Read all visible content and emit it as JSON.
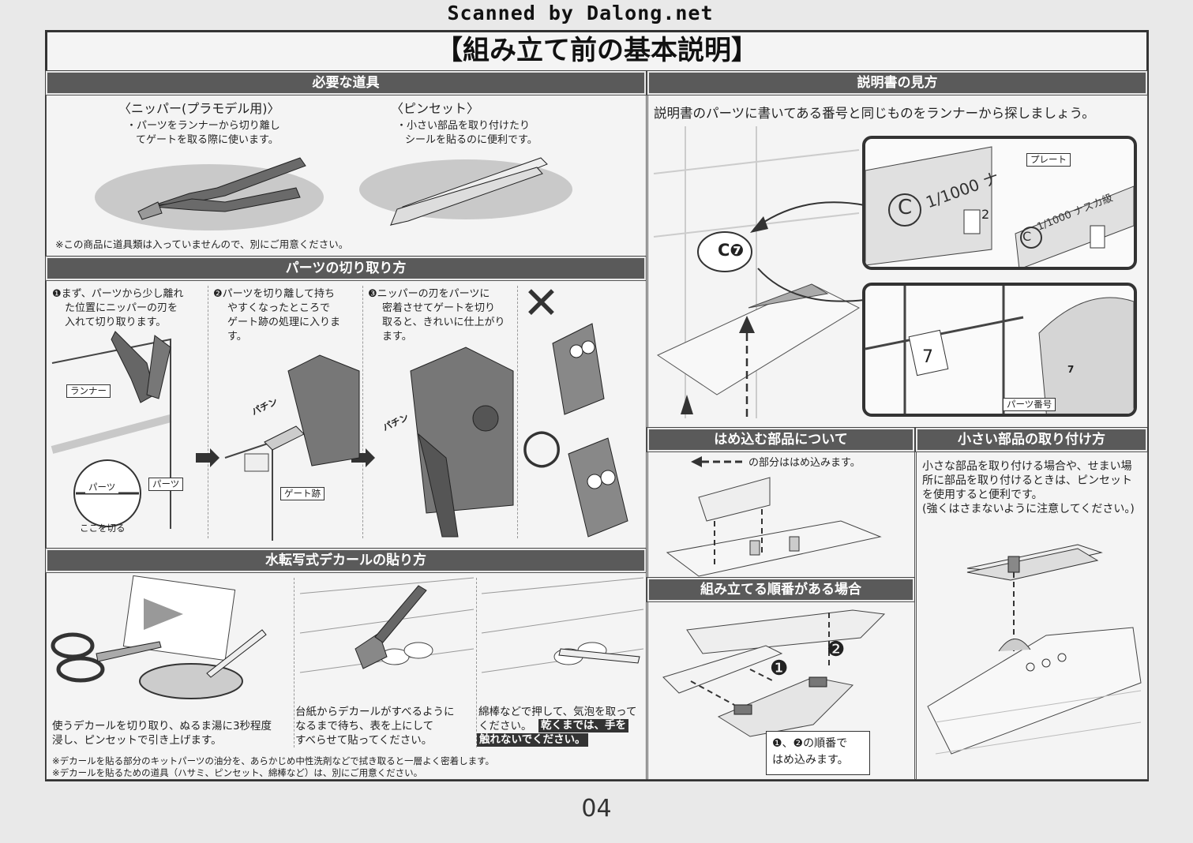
{
  "watermark": "Scanned by Dalong.net",
  "page_title": "【組み立て前の基本説明】",
  "page_number": "04",
  "tools": {
    "header": "必要な道具",
    "nipper_title": "〈ニッパー(プラモデル用)〉",
    "nipper_desc_1": "・パーツをランナーから切り離し",
    "nipper_desc_2": "てゲートを取る際に使います。",
    "tweezers_title": "〈ピンセット〉",
    "tweezers_desc_1": "・小さい部品を取り付けたり",
    "tweezers_desc_2": "シールを貼るのに便利です。",
    "note": "※この商品に道具類は入っていませんので、別にご用意ください。"
  },
  "cutting": {
    "header": "パーツの切り取り方",
    "step1_1": "❶まず、パーツから少し離れ",
    "step1_2": "た位置にニッパーの刃を",
    "step1_3": "入れて切り取ります。",
    "step2_1": "❷パーツを切り離して持ち",
    "step2_2": "やすくなったところで",
    "step2_3": "ゲート跡の処理に入りま",
    "step2_4": "す。",
    "step3_1": "❸ニッパーの刃をパーツに",
    "step3_2": "密着させてゲートを切り",
    "step3_3": "取ると、きれいに仕上がり",
    "step3_4": "ます。",
    "label_runner": "ランナー",
    "label_parts_a": "パーツ",
    "label_parts_b": "パーツ",
    "label_cut_here": "ここを切る",
    "label_gate": "ゲート跡",
    "sfx_a": "パチン",
    "sfx_b": "パチン",
    "mark_wrong": "✕",
    "mark_right": "○"
  },
  "decal": {
    "header": "水転写式デカールの貼り方",
    "cap1_1": "使うデカールを切り取り、ぬるま湯に3秒程度",
    "cap1_2": "浸し、ピンセットで引き上げます。",
    "cap2_1": "台紙からデカールがすべるように",
    "cap2_2": "なるまで待ち、表を上にして",
    "cap2_3": "すべらせて貼ってください。",
    "cap3_1": "綿棒などで押して、気泡を取って",
    "cap3_2": "ください。",
    "cap3_hl1": "乾くまでは、手を",
    "cap3_hl2": "触れないでください。",
    "note1": "※デカールを貼る部分のキットパーツの油分を、あらかじめ中性洗剤などで拭き取ると一層よく密着します。",
    "note2": "※デカールを貼るための道具（ハサミ、ピンセット、綿棒など）は、別にご用意ください。"
  },
  "manual": {
    "header": "説明書の見方",
    "desc": "説明書のパーツに書いてある番号と同じものをランナーから探しましょう。",
    "callout": "C❼",
    "plate_label": "プレート",
    "plate_text_a": "1/1000 ナ",
    "plate_text_b": "1/1000 ナスカ級",
    "plate_letter_a": "C",
    "plate_letter_b": "C",
    "plate_num": "2",
    "part_num_a": "7",
    "part_num_b": "7",
    "part_number_label": "パーツ番号"
  },
  "snap": {
    "header": "はめ込む部品について",
    "legend": "の部分ははめ込みます。"
  },
  "order": {
    "header": "組み立てる順番がある場合",
    "num1": "❶",
    "num2": "❷",
    "note_1": "❶、❷の順番で",
    "note_2": "はめ込みます。"
  },
  "small_parts": {
    "header": "小さい部品の取り付け方",
    "desc_1": "小さな部品を取り付ける場合や、せまい場",
    "desc_2": "所に部品を取り付けるときは、ピンセット",
    "desc_3": "を使用すると便利です。",
    "desc_4": "(強くはさまないように注意してください。)"
  }
}
